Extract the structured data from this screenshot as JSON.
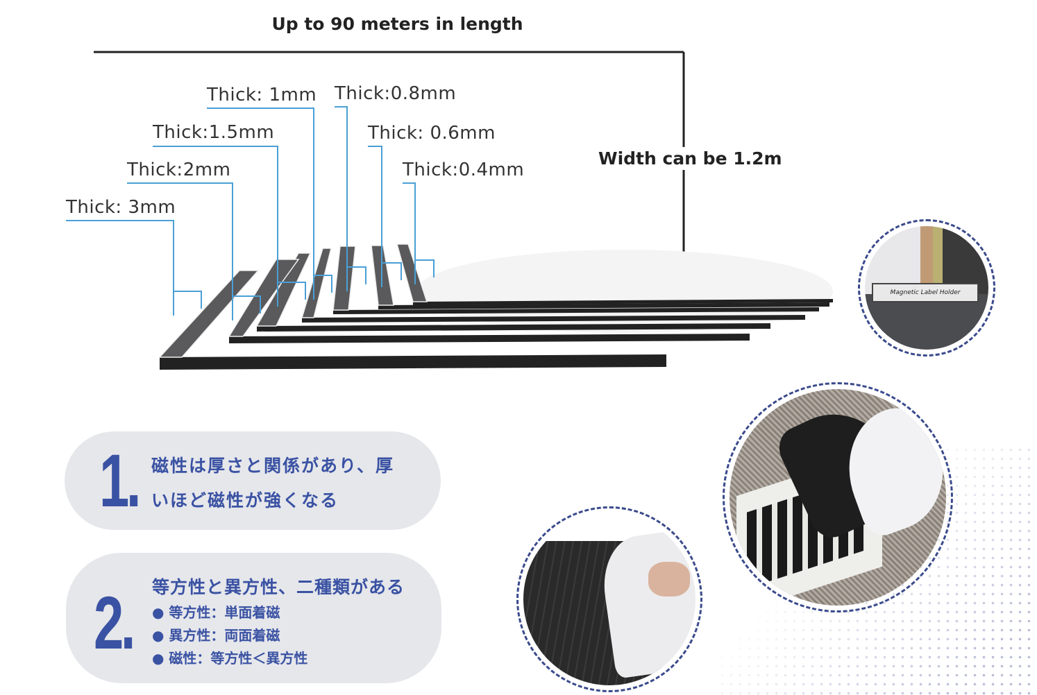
{
  "diagram": {
    "length_label": "Up to 90 meters in length",
    "width_label": "Width can be 1.2m",
    "thickness_labels": [
      "Thick: 3mm",
      "Thick:2mm",
      "Thick:1.5mm",
      "Thick: 1mm",
      "Thick:0.8mm",
      "Thick: 0.6mm",
      "Thick:0.4mm"
    ]
  },
  "features": [
    {
      "number": "1.",
      "lines": [
        "磁性は厚さと関係があり、厚",
        "いほど磁性が強くなる"
      ]
    },
    {
      "number": "2.",
      "heading": "等方性と異方性、二種類がある",
      "bullets": [
        "● 等方性：単面着磁",
        "● 異方性：両面着磁",
        "● 磁性：等方性＜異方性"
      ]
    }
  ],
  "photos": {
    "label_holder_text": "Magnetic Label Holder"
  },
  "colors": {
    "accent": "#3a52a3",
    "pill": "#e6e7eb",
    "leader": "#4a9fd6"
  }
}
